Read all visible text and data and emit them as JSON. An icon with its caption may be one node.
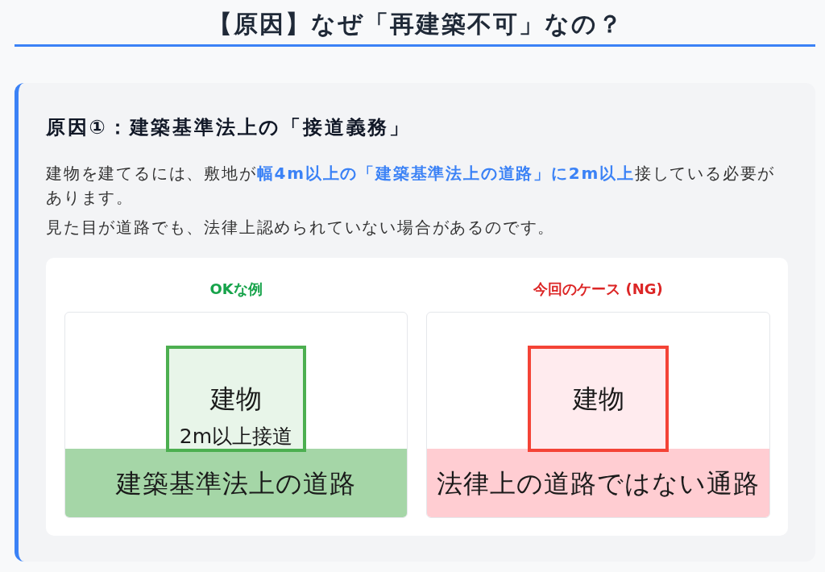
{
  "diagram": {
    "title": "【原因】なぜ「再建築不可」なの？",
    "nodes": [
      {
        "text": [
          "原因①：建築基準法上の「接道義務」",
          "建物を建てるには、敷地が**幅4m以上の「建築基準法上の道路」に2m以上**接している必要があります。",
          "見た目が道路でも、法律上認められていない場合があるのです。"
        ]
      },
      {
        "text": [],
        "shape": "box",
        "in": 0
      },
      {
        "text": [
          "OKな例"
        ],
        "in": 1
      },
      {
        "text": [
          "建物",
          "2m以上接道"
        ],
        "in": 2
      },
      {
        "text": [
          "建築基準法上の道路"
        ],
        "in": 2
      },
      {
        "text": [
          "今回のケース (NG)"
        ],
        "in": 1
      },
      {
        "text": [
          "建物"
        ],
        "in": 5
      },
      {
        "text": [
          "法律上の道路ではない通路"
        ],
        "in": 5
      }
    ]
  }
}
